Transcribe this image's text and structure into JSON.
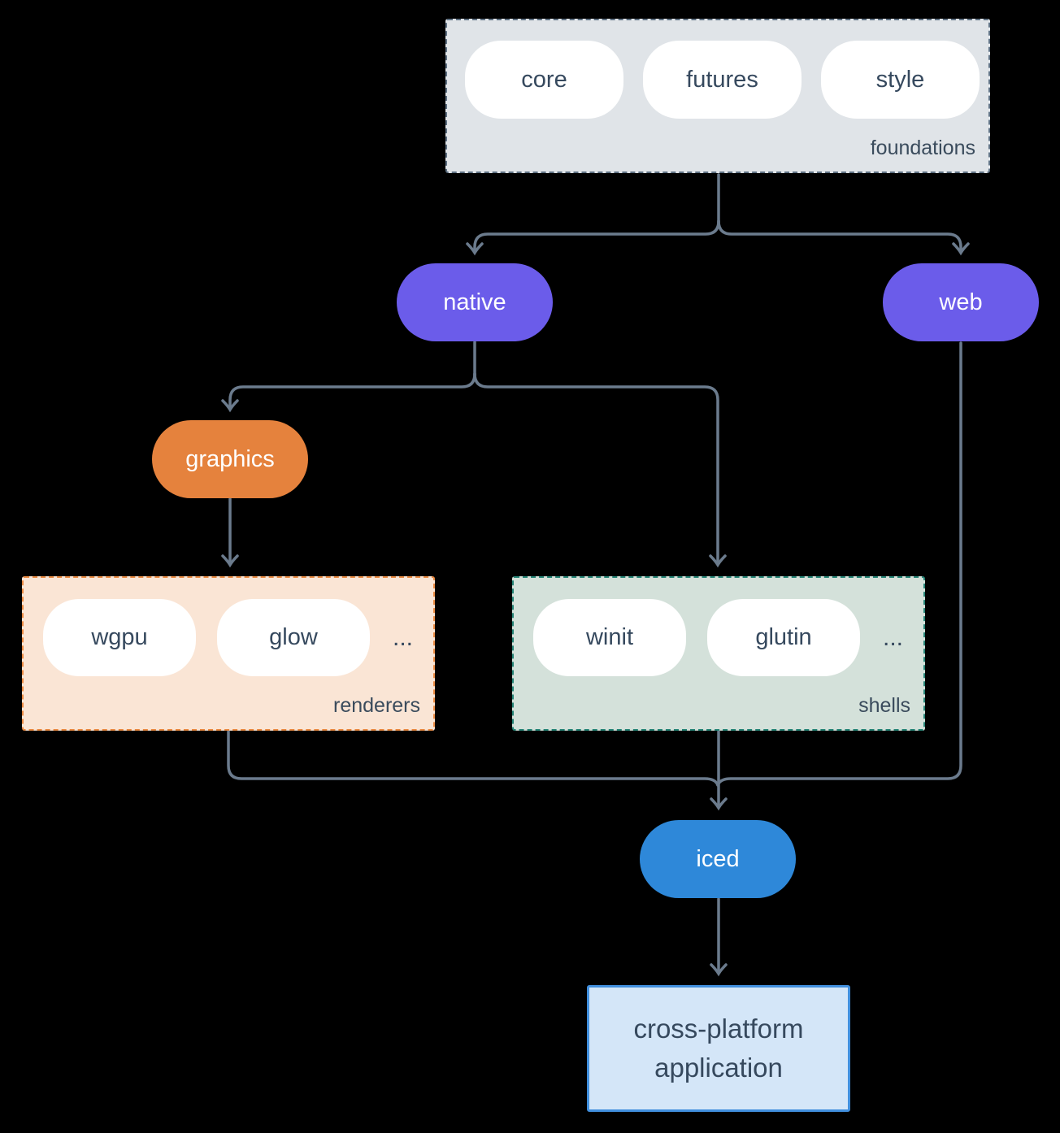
{
  "diagram": {
    "foundations": {
      "label": "foundations",
      "pills": [
        "core",
        "futures",
        "style"
      ]
    },
    "native": {
      "label": "native"
    },
    "web": {
      "label": "web"
    },
    "graphics": {
      "label": "graphics"
    },
    "renderers": {
      "label": "renderers",
      "pills": [
        "wgpu",
        "glow"
      ],
      "more": "..."
    },
    "shells": {
      "label": "shells",
      "pills": [
        "winit",
        "glutin"
      ],
      "more": "..."
    },
    "iced": {
      "label": "iced"
    },
    "application": {
      "line1": "cross-platform",
      "line2": "application"
    },
    "colors": {
      "background": "#000000",
      "connector_line": "#6b7b8d",
      "purple_node": "#6b5cea",
      "orange_node": "#e5823d",
      "blue_node": "#2e88d9",
      "foundations_bg": "#e0e4e8",
      "foundations_border": "#5e7082",
      "renderers_bg": "#fae5d5",
      "renderers_border": "#ea8a42",
      "shells_bg": "#d4e1da",
      "shells_border": "#268577",
      "application_bg": "#d4e6f8",
      "application_border": "#418fdd",
      "pill_bg": "#ffffff",
      "dark_text": "#36495e",
      "light_text": "#ffffff"
    }
  }
}
